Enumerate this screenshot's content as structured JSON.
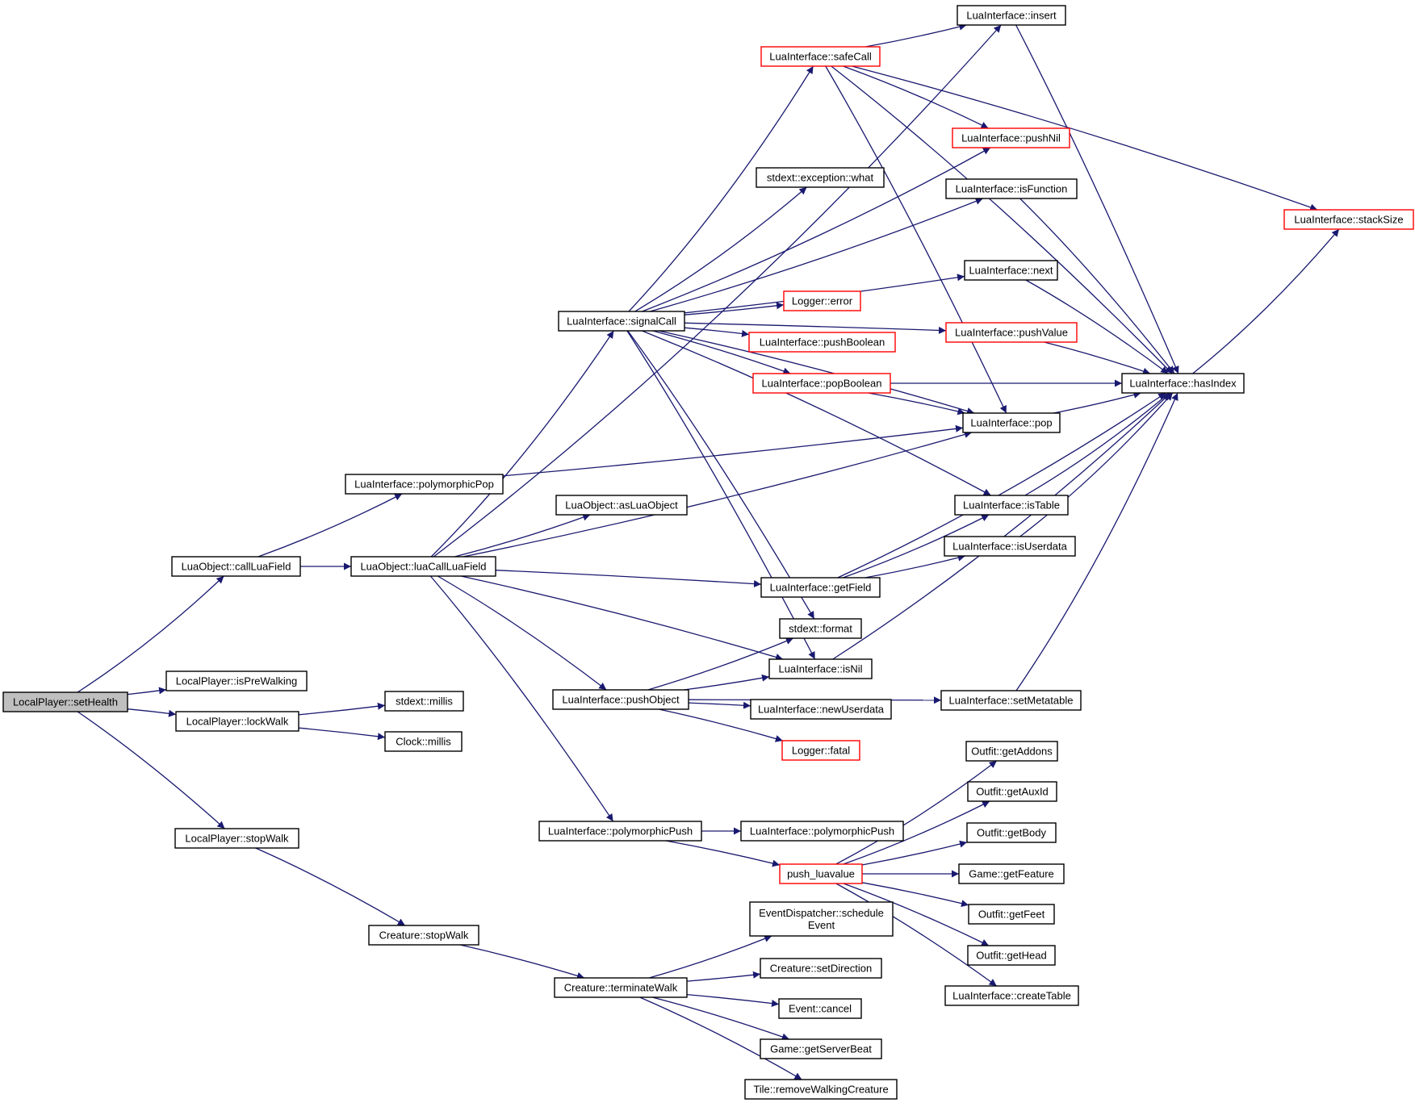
{
  "colors": {
    "edge": "#191970",
    "node_border": "#000000",
    "incomplete_border": "#ff0000",
    "current_fill": "#bfbfbf"
  },
  "nodes": [
    {
      "id": "setHealth",
      "lines": [
        "LocalPlayer::setHealth"
      ],
      "current": true
    },
    {
      "id": "callLuaField",
      "lines": [
        "LuaObject::callLuaField"
      ]
    },
    {
      "id": "isPreWalking",
      "lines": [
        "LocalPlayer::isPreWalking"
      ]
    },
    {
      "id": "lockWalk",
      "lines": [
        "LocalPlayer::lockWalk"
      ]
    },
    {
      "id": "stopWalkLP",
      "lines": [
        "LocalPlayer::stopWalk"
      ]
    },
    {
      "id": "polymorphicPop",
      "lines": [
        "LuaInterface::polymorphicPop"
      ]
    },
    {
      "id": "luaCallLuaField",
      "lines": [
        "LuaObject::luaCallLuaField"
      ]
    },
    {
      "id": "stdextMillis",
      "lines": [
        "stdext::millis"
      ]
    },
    {
      "id": "clockMillis",
      "lines": [
        "Clock::millis"
      ]
    },
    {
      "id": "creatureStopWalk",
      "lines": [
        "Creature::stopWalk"
      ]
    },
    {
      "id": "signalCall",
      "lines": [
        "LuaInterface::signalCall"
      ]
    },
    {
      "id": "asLuaObject",
      "lines": [
        "LuaObject::asLuaObject"
      ]
    },
    {
      "id": "pushObject",
      "lines": [
        "LuaInterface::pushObject"
      ]
    },
    {
      "id": "polymorphicPush1",
      "lines": [
        "LuaInterface::polymorphicPush"
      ]
    },
    {
      "id": "terminateWalk",
      "lines": [
        "Creature::terminateWalk"
      ]
    },
    {
      "id": "safeCall",
      "lines": [
        "LuaInterface::safeCall"
      ],
      "red": true
    },
    {
      "id": "exceptionWhat",
      "lines": [
        "stdext::exception::what"
      ]
    },
    {
      "id": "loggerError",
      "lines": [
        "Logger::error"
      ],
      "red": true
    },
    {
      "id": "pushBoolean",
      "lines": [
        "LuaInterface::pushBoolean"
      ],
      "red": true
    },
    {
      "id": "popBoolean",
      "lines": [
        "LuaInterface::popBoolean"
      ],
      "red": true
    },
    {
      "id": "getField",
      "lines": [
        "LuaInterface::getField"
      ]
    },
    {
      "id": "stdextFormat",
      "lines": [
        "stdext::format"
      ]
    },
    {
      "id": "isNil",
      "lines": [
        "LuaInterface::isNil"
      ]
    },
    {
      "id": "newUserdata",
      "lines": [
        "LuaInterface::newUserdata"
      ]
    },
    {
      "id": "loggerFatal",
      "lines": [
        "Logger::fatal"
      ],
      "red": true
    },
    {
      "id": "polymorphicPush2",
      "lines": [
        "LuaInterface::polymorphicPush"
      ]
    },
    {
      "id": "pushLuavalue",
      "lines": [
        "push_luavalue"
      ],
      "red": true
    },
    {
      "id": "scheduleEvent",
      "lines": [
        "EventDispatcher::schedule",
        "Event"
      ]
    },
    {
      "id": "setDirection",
      "lines": [
        "Creature::setDirection"
      ]
    },
    {
      "id": "eventCancel",
      "lines": [
        "Event::cancel"
      ]
    },
    {
      "id": "getServerBeat",
      "lines": [
        "Game::getServerBeat"
      ]
    },
    {
      "id": "removeWalking",
      "lines": [
        "Tile::removeWalkingCreature"
      ]
    },
    {
      "id": "insert",
      "lines": [
        "LuaInterface::insert"
      ]
    },
    {
      "id": "pushNil",
      "lines": [
        "LuaInterface::pushNil"
      ],
      "red": true
    },
    {
      "id": "isFunction",
      "lines": [
        "LuaInterface::isFunction"
      ]
    },
    {
      "id": "next",
      "lines": [
        "LuaInterface::next"
      ]
    },
    {
      "id": "pushValue",
      "lines": [
        "LuaInterface::pushValue"
      ],
      "red": true
    },
    {
      "id": "pop",
      "lines": [
        "LuaInterface::pop"
      ]
    },
    {
      "id": "isTable",
      "lines": [
        "LuaInterface::isTable"
      ]
    },
    {
      "id": "isUserdata",
      "lines": [
        "LuaInterface::isUserdata"
      ]
    },
    {
      "id": "setMetatable",
      "lines": [
        "LuaInterface::setMetatable"
      ]
    },
    {
      "id": "getAddons",
      "lines": [
        "Outfit::getAddons"
      ]
    },
    {
      "id": "getAuxId",
      "lines": [
        "Outfit::getAuxId"
      ]
    },
    {
      "id": "getBody",
      "lines": [
        "Outfit::getBody"
      ]
    },
    {
      "id": "getFeature",
      "lines": [
        "Game::getFeature"
      ]
    },
    {
      "id": "getFeet",
      "lines": [
        "Outfit::getFeet"
      ]
    },
    {
      "id": "getHead",
      "lines": [
        "Outfit::getHead"
      ]
    },
    {
      "id": "createTable",
      "lines": [
        "LuaInterface::createTable"
      ]
    },
    {
      "id": "stackSize",
      "lines": [
        "LuaInterface::stackSize"
      ],
      "red": true
    },
    {
      "id": "hasIndex",
      "lines": [
        "LuaInterface::hasIndex"
      ]
    }
  ],
  "edges": [
    [
      "setHealth",
      "callLuaField"
    ],
    [
      "setHealth",
      "isPreWalking"
    ],
    [
      "setHealth",
      "lockWalk"
    ],
    [
      "setHealth",
      "stopWalkLP"
    ],
    [
      "callLuaField",
      "polymorphicPop"
    ],
    [
      "callLuaField",
      "luaCallLuaField"
    ],
    [
      "lockWalk",
      "stdextMillis"
    ],
    [
      "lockWalk",
      "clockMillis"
    ],
    [
      "stopWalkLP",
      "creatureStopWalk"
    ],
    [
      "creatureStopWalk",
      "terminateWalk"
    ],
    [
      "polymorphicPop",
      "pop"
    ],
    [
      "luaCallLuaField",
      "insert"
    ],
    [
      "luaCallLuaField",
      "signalCall"
    ],
    [
      "luaCallLuaField",
      "asLuaObject"
    ],
    [
      "luaCallLuaField",
      "pop"
    ],
    [
      "luaCallLuaField",
      "getField"
    ],
    [
      "luaCallLuaField",
      "isNil"
    ],
    [
      "luaCallLuaField",
      "pushObject"
    ],
    [
      "luaCallLuaField",
      "polymorphicPush1"
    ],
    [
      "signalCall",
      "safeCall"
    ],
    [
      "signalCall",
      "pushNil"
    ],
    [
      "signalCall",
      "isFunction"
    ],
    [
      "signalCall",
      "exceptionWhat"
    ],
    [
      "signalCall",
      "next"
    ],
    [
      "signalCall",
      "pushValue"
    ],
    [
      "signalCall",
      "loggerError"
    ],
    [
      "signalCall",
      "pushBoolean"
    ],
    [
      "signalCall",
      "popBoolean"
    ],
    [
      "signalCall",
      "pop"
    ],
    [
      "signalCall",
      "isTable"
    ],
    [
      "signalCall",
      "stdextFormat"
    ],
    [
      "signalCall",
      "isNil"
    ],
    [
      "safeCall",
      "insert"
    ],
    [
      "safeCall",
      "pushNil"
    ],
    [
      "safeCall",
      "stackSize"
    ],
    [
      "safeCall",
      "hasIndex"
    ],
    [
      "safeCall",
      "pop"
    ],
    [
      "insert",
      "hasIndex"
    ],
    [
      "isFunction",
      "hasIndex"
    ],
    [
      "next",
      "hasIndex"
    ],
    [
      "pushValue",
      "hasIndex"
    ],
    [
      "popBoolean",
      "hasIndex"
    ],
    [
      "popBoolean",
      "pop"
    ],
    [
      "pop",
      "hasIndex"
    ],
    [
      "isTable",
      "hasIndex"
    ],
    [
      "isUserdata",
      "hasIndex"
    ],
    [
      "getField",
      "isTable"
    ],
    [
      "getField",
      "isUserdata"
    ],
    [
      "getField",
      "hasIndex"
    ],
    [
      "isNil",
      "hasIndex"
    ],
    [
      "setMetatable",
      "hasIndex"
    ],
    [
      "hasIndex",
      "stackSize"
    ],
    [
      "pushObject",
      "stdextFormat"
    ],
    [
      "pushObject",
      "isNil"
    ],
    [
      "pushObject",
      "newUserdata"
    ],
    [
      "pushObject",
      "loggerFatal"
    ],
    [
      "pushObject",
      "setMetatable"
    ],
    [
      "polymorphicPush1",
      "polymorphicPush2"
    ],
    [
      "polymorphicPush1",
      "pushLuavalue"
    ],
    [
      "pushLuavalue",
      "getAddons"
    ],
    [
      "pushLuavalue",
      "getAuxId"
    ],
    [
      "pushLuavalue",
      "getBody"
    ],
    [
      "pushLuavalue",
      "getFeature"
    ],
    [
      "pushLuavalue",
      "getFeet"
    ],
    [
      "pushLuavalue",
      "getHead"
    ],
    [
      "pushLuavalue",
      "createTable"
    ],
    [
      "terminateWalk",
      "scheduleEvent"
    ],
    [
      "terminateWalk",
      "setDirection"
    ],
    [
      "terminateWalk",
      "eventCancel"
    ],
    [
      "terminateWalk",
      "getServerBeat"
    ],
    [
      "terminateWalk",
      "removeWalking"
    ]
  ]
}
